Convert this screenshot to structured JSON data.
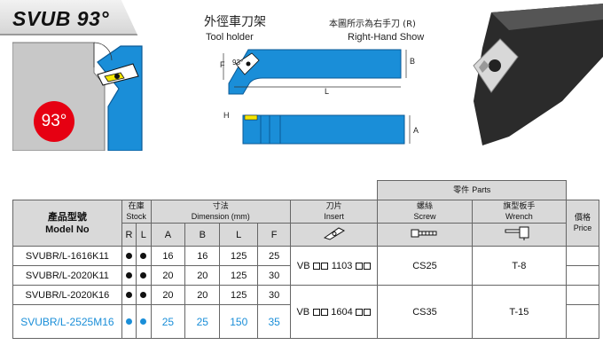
{
  "header": {
    "title": "SVUB 93°",
    "angle_badge": "93°",
    "tool_holder_zh": "外徑車刀架",
    "tool_holder_en": "Tool holder",
    "right_hand_zh": "本圖所示為右手刀 (R)",
    "right_hand_en": "Right-Hand Show"
  },
  "diagram_labels": {
    "F": "F",
    "angle": "93°",
    "B": "B",
    "L": "L",
    "H": "H",
    "A": "A"
  },
  "colors": {
    "tool_blue": "#1a8ed8",
    "tool_outline": "#0b5a96",
    "insert_yellow": "#f5e600",
    "badge_red": "#e60012",
    "header_gray": "#d9d9d9"
  },
  "table": {
    "parts_zh": "零件",
    "parts_en": "Parts",
    "model_zh": "產品型號",
    "model_en": "Model No",
    "stock_zh": "在庫",
    "stock_en": "Stock",
    "dim_zh": "寸法",
    "dim_en": "Dimension (mm)",
    "insert_zh": "刀片",
    "insert_en": "Insert",
    "screw_zh": "螺絲",
    "screw_en": "Screw",
    "wrench_zh": "旗型板手",
    "wrench_en": "Wrench",
    "price_zh": "價格",
    "price_en": "Price",
    "sub_R": "R",
    "sub_L": "L",
    "sub_A": "A",
    "sub_B": "B",
    "sub_L2": "L",
    "sub_F": "F",
    "rows": [
      {
        "model": "SVUBR/L-1616K11",
        "A": "16",
        "B": "16",
        "L": "125",
        "F": "25"
      },
      {
        "model": "SVUBR/L-2020K11",
        "A": "20",
        "B": "20",
        "L": "125",
        "F": "30"
      },
      {
        "model": "SVUBR/L-2020K16",
        "A": "20",
        "B": "20",
        "L": "125",
        "F": "30"
      },
      {
        "model": "SVUBR/L-2525M16",
        "A": "25",
        "B": "25",
        "L": "150",
        "F": "35"
      }
    ],
    "insert_group1": {
      "prefix": "VB",
      "code": "1103"
    },
    "insert_group2": {
      "prefix": "VB",
      "code": "1604"
    },
    "screw_group1": "CS25",
    "screw_group2": "CS35",
    "wrench_group1": "T-8",
    "wrench_group2": "T-15"
  }
}
